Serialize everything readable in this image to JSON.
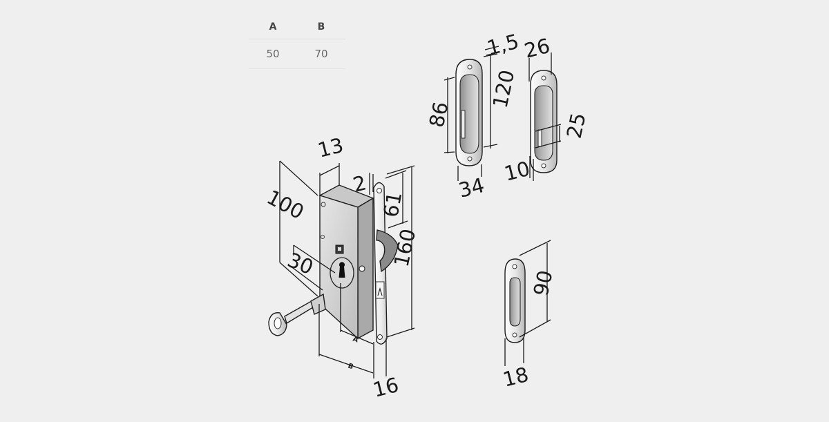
{
  "spec_table": {
    "headers": [
      "A",
      "B"
    ],
    "rows": [
      [
        "50",
        "70"
      ]
    ]
  },
  "dimensions": {
    "d13": "13",
    "d100": "100",
    "d30": "30",
    "d2": "2",
    "d61": "61",
    "d160": "160",
    "d16": "16",
    "dA": "A",
    "dB": "B",
    "d1_5": "1,5",
    "d26": "26",
    "d86": "86",
    "d120": "120",
    "d34": "34",
    "d25": "25",
    "d10": "10",
    "d90": "90",
    "d18": "18"
  },
  "colors": {
    "background": "#efefef",
    "metal_light": "#f7f7f7",
    "metal_mid": "#d4d4d4",
    "metal_dark": "#9a9a9a",
    "line": "#1a1a1a"
  }
}
